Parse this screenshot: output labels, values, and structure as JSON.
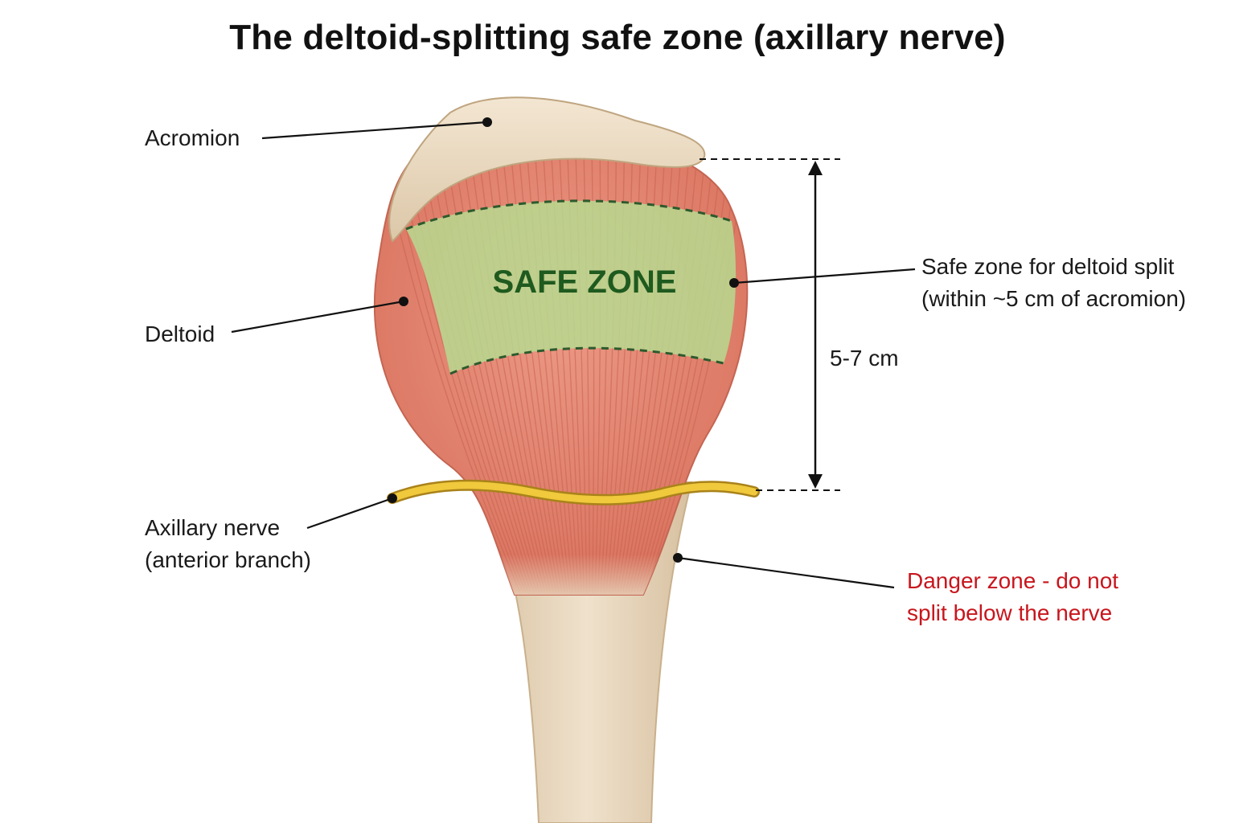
{
  "title": "The deltoid-splitting safe zone (axillary nerve)",
  "labels": {
    "acromion": "Acromion",
    "deltoid": "Deltoid",
    "axillary_nerve": [
      "Axillary nerve",
      "(anterior branch)"
    ],
    "safe_zone_inside": "SAFE ZONE",
    "safe_zone_note": [
      "Safe zone for deltoid split",
      "(within ~5 cm of acromion)"
    ],
    "distance": "5-7 cm",
    "danger_zone": [
      "Danger zone - do not",
      "split below the nerve"
    ]
  },
  "colors": {
    "muscle": "#e0806c",
    "muscle_striation": "#c9614f",
    "bone": "#e8d6bd",
    "safe_zone_fill": "#b7d98f",
    "safe_zone_text": "#1f5a1f",
    "nerve": "#e6b82e",
    "danger_text": "#c8161d"
  }
}
